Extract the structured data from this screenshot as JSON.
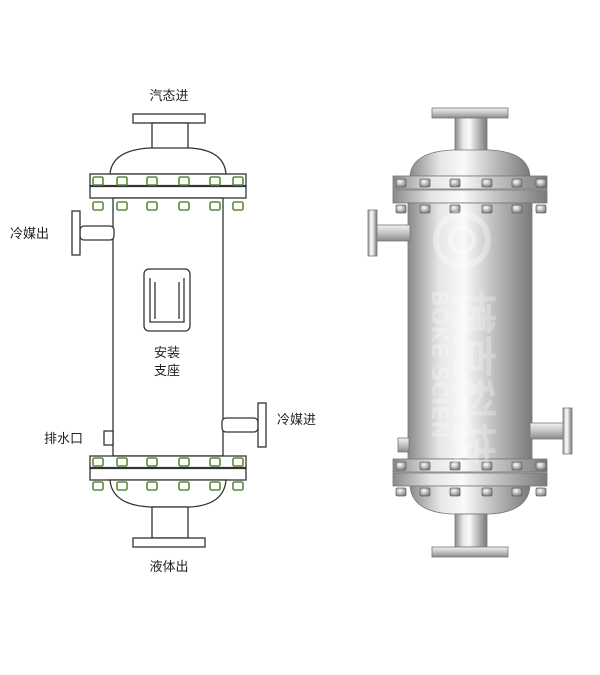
{
  "labels": {
    "steam_in": "汽态进",
    "coolant_out": "冷媒出",
    "mount_l1": "安装",
    "mount_l2": "支座",
    "coolant_in": "冷媒进",
    "drain": "排水口",
    "liquid_out": "液体出"
  },
  "watermark": {
    "en": "BOKE SCIEN",
    "zh": "博克科技"
  },
  "colors": {
    "line": "#333333",
    "steel_dark": "#8c8c8c",
    "steel_mid": "#c8c8c8",
    "steel_light": "#f0f0f0",
    "bolt_green": "#5a8a3a"
  }
}
